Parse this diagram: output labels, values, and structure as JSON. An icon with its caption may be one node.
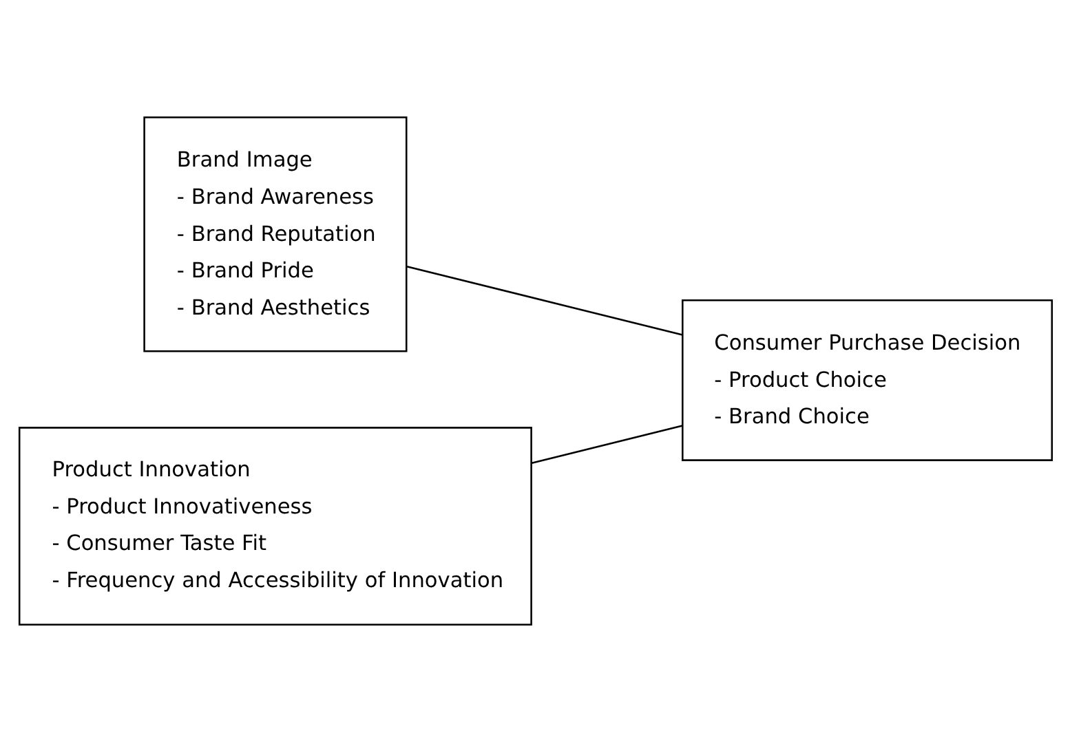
{
  "diagram": {
    "nodes": [
      {
        "text": [
          "Brand Image",
          "- Brand Awareness",
          "- Brand Reputation",
          "- Brand Pride",
          "- Brand Aesthetics"
        ]
      },
      {
        "text": [
          "Product Innovation",
          "- Product Innovativeness",
          "- Consumer Taste Fit",
          "- Frequency and Accessibility of Innovation"
        ]
      },
      {
        "text": [
          "Consumer Purchase Decision",
          "- Product Choice",
          "- Brand Choice"
        ]
      }
    ],
    "edges": [
      {
        "from": 0,
        "to": 2,
        "arrow": "none"
      },
      {
        "from": 1,
        "to": 2,
        "arrow": "none"
      }
    ]
  }
}
